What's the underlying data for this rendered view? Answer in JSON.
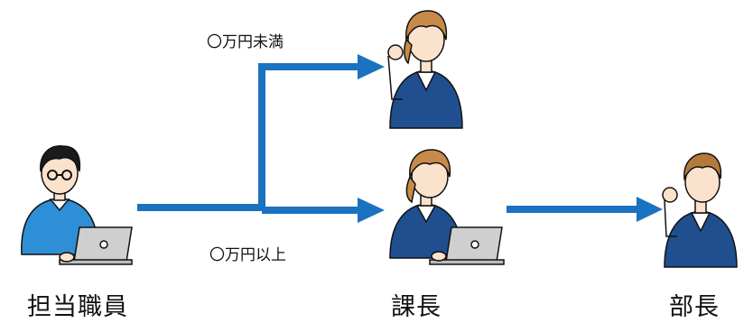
{
  "conditions": {
    "under": "〇万円未満",
    "over": "〇万円以上"
  },
  "roles": {
    "staff": "担当職員",
    "section_chief": "課長",
    "department_head": "部長"
  },
  "colors": {
    "arrow": "#1a72c0",
    "suit": "#1f4f8f",
    "staff_shirt": "#2e8fd6",
    "hair_female": "#c88a48",
    "hair_male_dark": "#1b1b1b",
    "hair_male_light": "#b47a3c",
    "skin": "#fbe2cc",
    "laptop": "#cfcfcf"
  }
}
